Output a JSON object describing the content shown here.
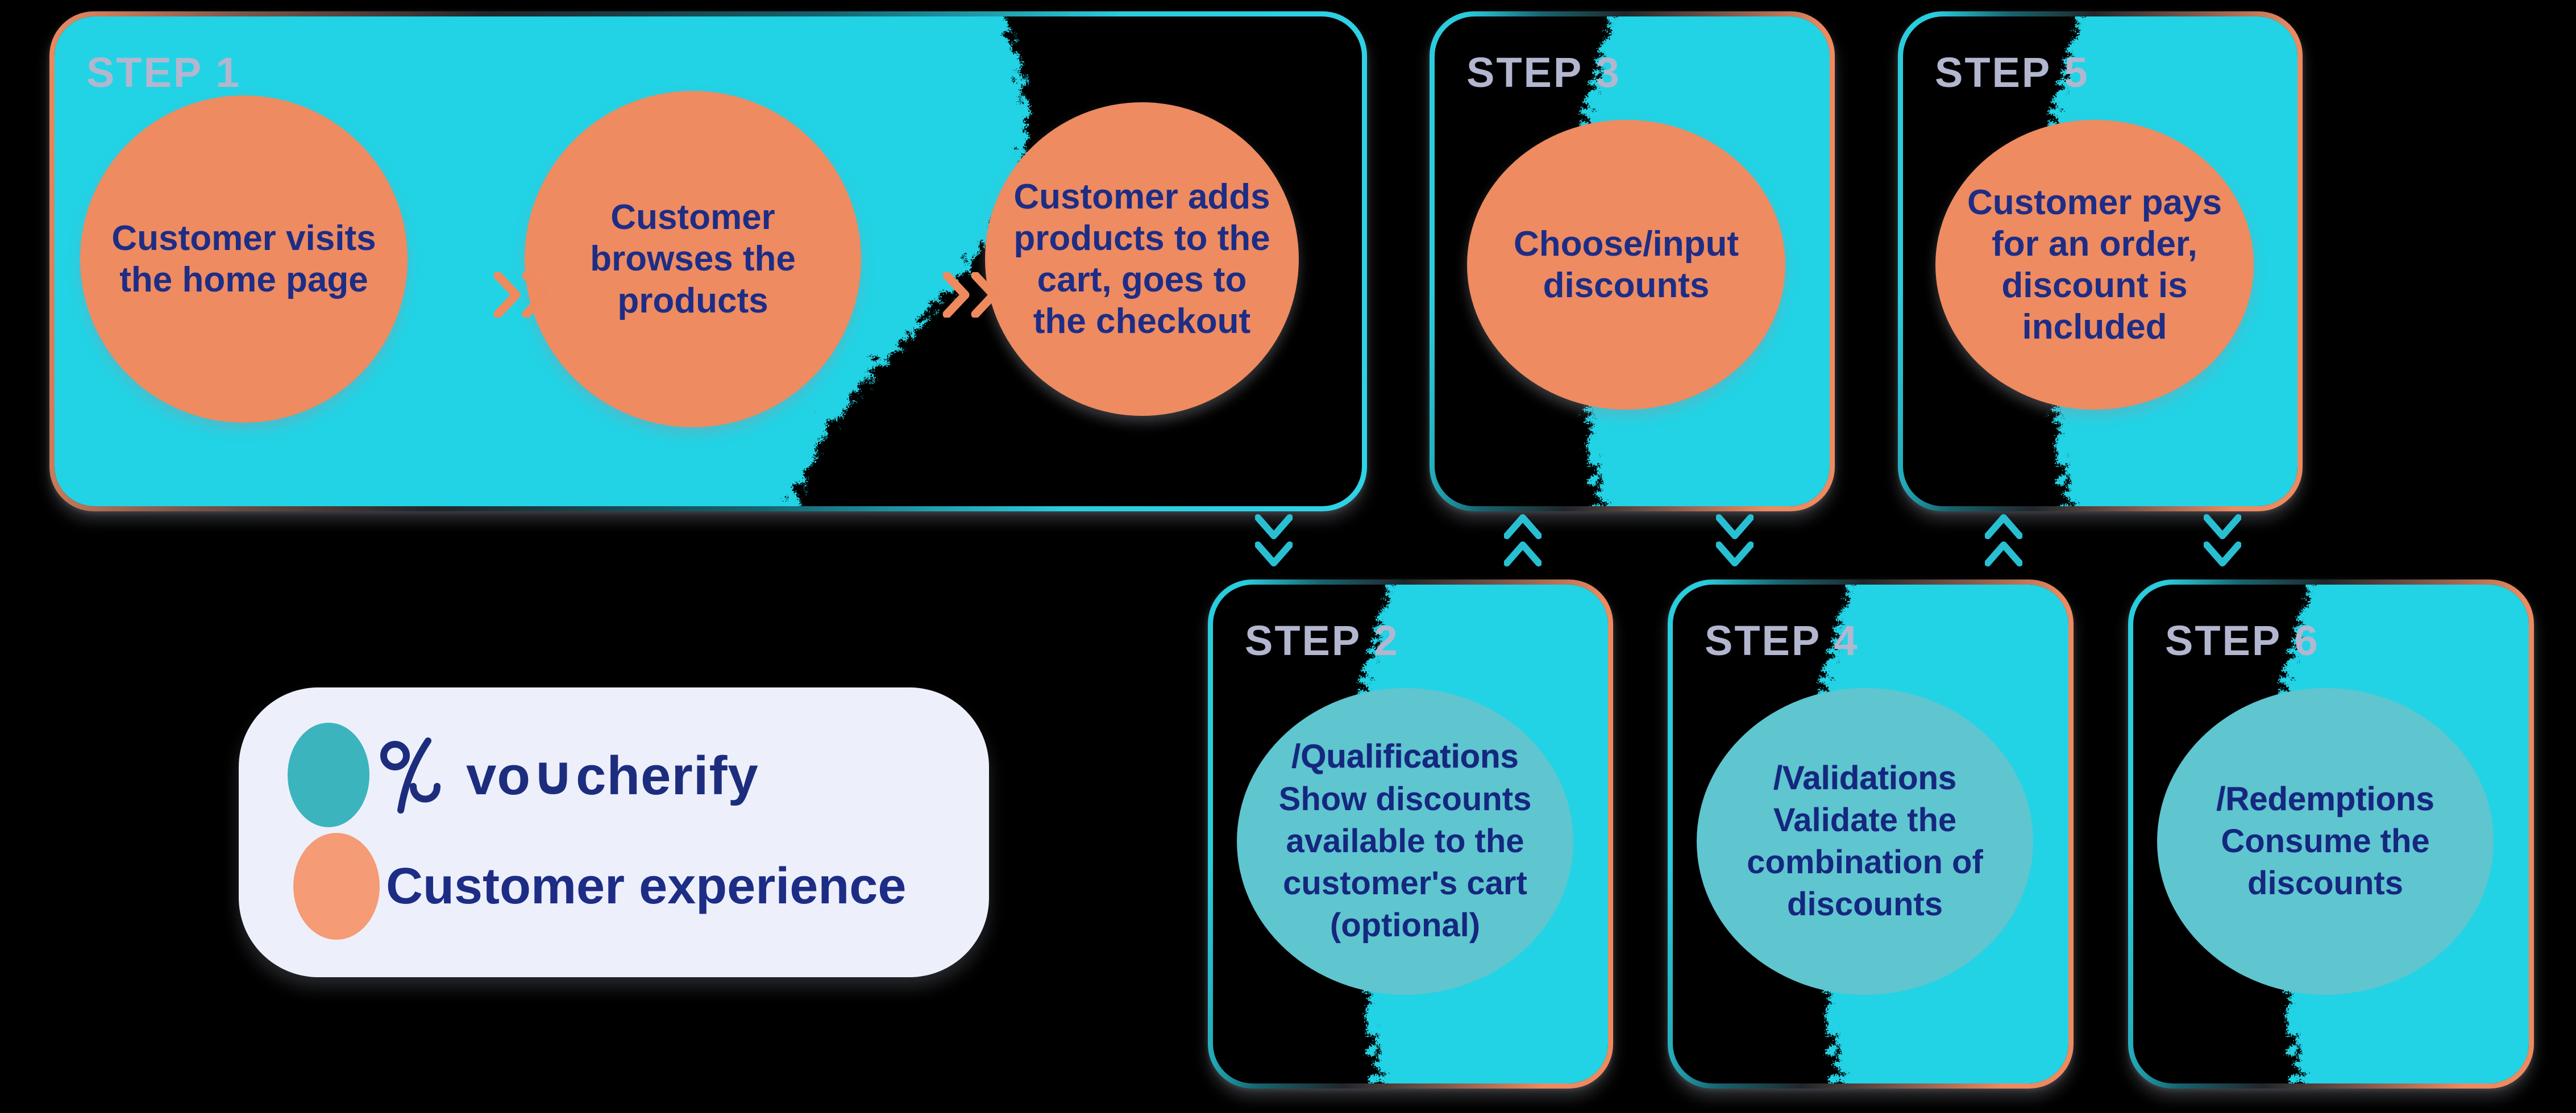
{
  "colors": {
    "background": "#000000",
    "cyan_blob": "#22d3e5",
    "border_cyan": "#2accdd",
    "border_orange": "#ee8a5f",
    "circle_orange": "#ee8b60",
    "circle_teal": "#5fc5cf",
    "navy_text": "#1d2d86",
    "step_label": "#b2b6ce",
    "legend_background": "#edf0fb",
    "legend_teal": "#3cb4bd",
    "legend_orange": "#f59b76",
    "chevron_down_up": "#29bfd3",
    "chevron_right": "#ef8a5e"
  },
  "steps": [
    {
      "label": "STEP 1",
      "circles": [
        {
          "text": "Customer visits\nthe home page"
        },
        {
          "text": "Customer\nbrowses the\nproducts"
        },
        {
          "text": "Customer adds\nproducts to the\ncart, goes to\nthe checkout"
        }
      ]
    },
    {
      "label": "STEP 2",
      "api": "/Qualifications",
      "text": "Show discounts\navailable to the\ncustomer's cart\n(optional)"
    },
    {
      "label": "STEP 3",
      "text": "Choose/input\ndiscounts"
    },
    {
      "label": "STEP 4",
      "api": "/Validations",
      "text": "Validate the\ncombination of\ndiscounts"
    },
    {
      "label": "STEP 5",
      "text": "Customer pays\nfor an order,\ndiscount is\nincluded"
    },
    {
      "label": "STEP 6",
      "api": "/Redemptions",
      "text": "Consume the\ndiscounts"
    }
  ],
  "legend": {
    "brand": "voucherify",
    "brand_wordmark": "vo∪cherify",
    "customer": "Customer experience"
  }
}
